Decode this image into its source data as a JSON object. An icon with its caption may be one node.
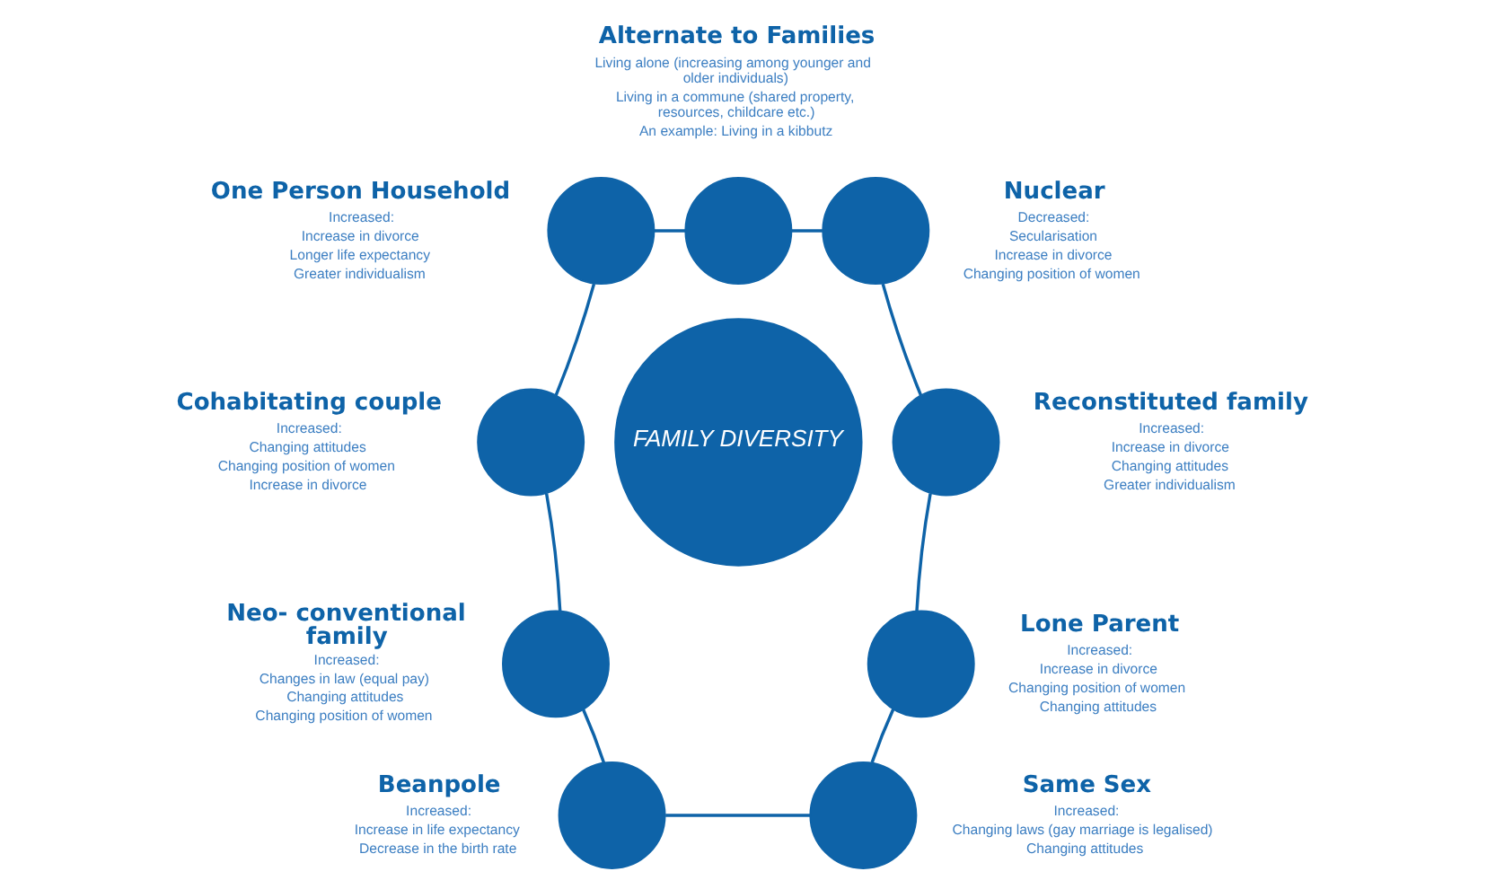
{
  "diagram": {
    "nodes": [
      {
        "text": [
          "FAMILY DIVERSITY"
        ]
      },
      {
        "text": [],
        "shape": "circle",
        "beside": [
          "Alternate to Families",
          "Living alone (increasing among younger and older individuals)",
          "Living in a commune (shared property, resources, childcare etc.)",
          "An example: Living in a kibbutz"
        ]
      },
      {
        "text": [],
        "shape": "circle",
        "beside": [
          "Nuclear",
          "Decreased:",
          "Secularisation",
          "Increase in divorce",
          "Changing position of women"
        ]
      },
      {
        "text": [],
        "shape": "circle",
        "beside": [
          "Reconstituted family",
          "Increased:",
          "Increase in divorce",
          "Changing attitudes",
          "Greater individualism"
        ]
      },
      {
        "text": [],
        "shape": "circle",
        "beside": [
          "Lone Parent",
          "Increased:",
          "Increase in divorce",
          "Changing position of women",
          "Changing attitudes"
        ]
      },
      {
        "text": [],
        "shape": "circle",
        "beside": [
          "Same Sex",
          "Increased:",
          "Changing laws (gay marriage is legalised)",
          "Changing attitudes"
        ]
      },
      {
        "text": [],
        "shape": "circle",
        "beside": [
          "Beanpole",
          "Increased:",
          "Increase in life expectancy",
          "Decrease in the birth rate"
        ]
      },
      {
        "text": [],
        "shape": "circle",
        "beside": [
          "Neo- conventional family",
          "Increased:",
          "Changes in law (equal pay)",
          "Changing attitudes",
          "Changing position of women"
        ]
      },
      {
        "text": [],
        "shape": "circle",
        "beside": [
          "Cohabitating couple",
          "Increased:",
          "Changing attitudes",
          "Changing position of women",
          "Increase in divorce"
        ]
      },
      {
        "text": [],
        "shape": "circle",
        "beside": [
          "One Person Household",
          "Increased:",
          "Increase in divorce",
          "Longer life expectancy",
          "Greater individualism"
        ]
      }
    ],
    "edges": [
      {
        "from": 1,
        "to": 2,
        "arrow": "none"
      },
      {
        "from": 2,
        "to": 3,
        "arrow": "none"
      },
      {
        "from": 3,
        "to": 4,
        "arrow": "none"
      },
      {
        "from": 4,
        "to": 5,
        "arrow": "none"
      },
      {
        "from": 5,
        "to": 6,
        "arrow": "none"
      },
      {
        "from": 6,
        "to": 7,
        "arrow": "none"
      },
      {
        "from": 7,
        "to": 8,
        "arrow": "none"
      },
      {
        "from": 8,
        "to": 9,
        "arrow": "none"
      },
      {
        "from": 9,
        "to": 1,
        "arrow": "none"
      }
    ]
  }
}
